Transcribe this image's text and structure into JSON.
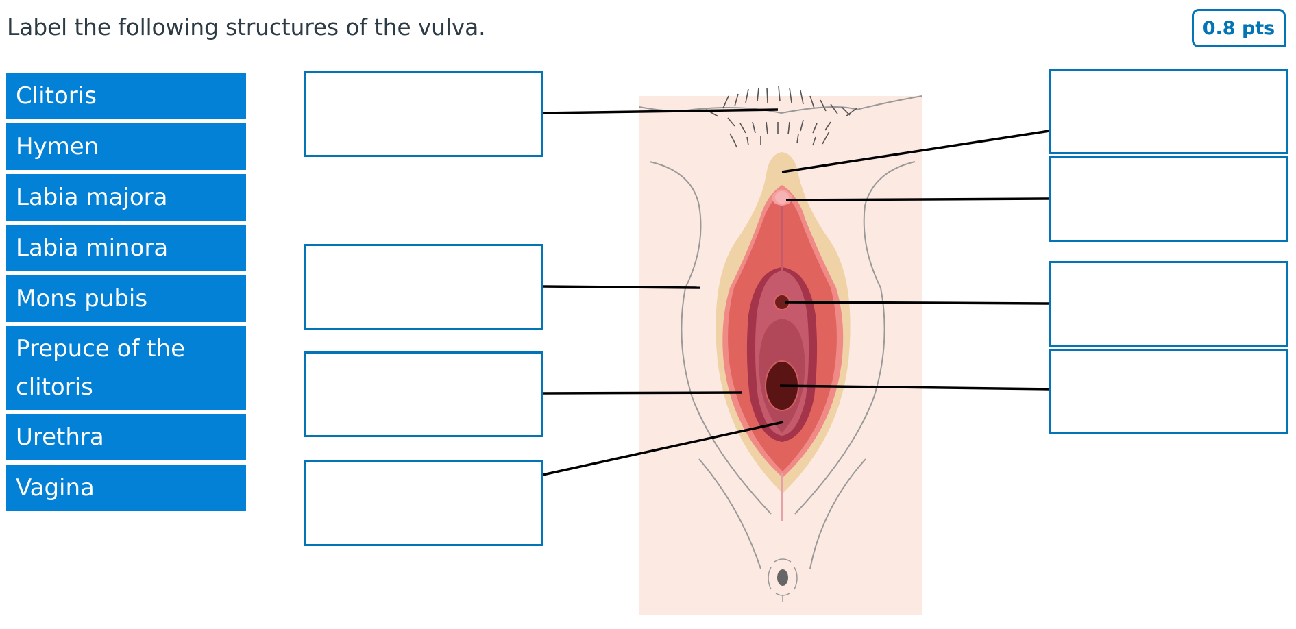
{
  "question": {
    "prompt": "Label the following structures of the vulva.",
    "points": "0.8 pts"
  },
  "word_bank": {
    "items": [
      {
        "label": "Clitoris"
      },
      {
        "label": "Hymen"
      },
      {
        "label": "Labia majora"
      },
      {
        "label": "Labia minora"
      },
      {
        "label": "Mons pubis"
      },
      {
        "label": "Prepuce of the clitoris"
      },
      {
        "label": "Urethra"
      },
      {
        "label": "Vagina"
      }
    ]
  },
  "colors": {
    "accent": "#0374b5",
    "chip_bg": "#0281d6",
    "skin_bg": "#fce9e2",
    "labia_majora": "#efd3a6",
    "labia_minora": "#e0635e",
    "vestibule": "#b0485a",
    "vaginal_opening": "#5a1414"
  }
}
